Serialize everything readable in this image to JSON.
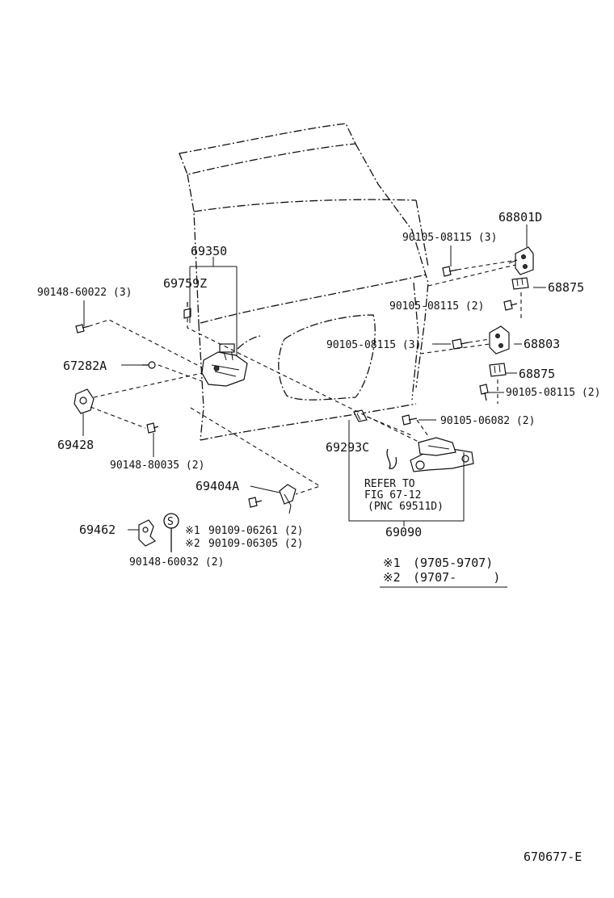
{
  "diagram": {
    "part_labels": {
      "p68801D": "68801D",
      "p90105_08115_3a": "90105-08115 (3)",
      "p69350": "69350",
      "p90148_60022": "90148-60022 (3)",
      "p69759Z": "69759Z",
      "p68875a": "68875",
      "p90105_08115_2a": "90105-08115 (2)",
      "p90105_08115_3b": "90105-08115 (3)",
      "p68803": "68803",
      "p67282A": "67282A",
      "p68875b": "68875",
      "p90105_08115_2b": "90105-08115 (2)",
      "p90105_06082": "90105-06082 (2)",
      "p69428": "69428",
      "p90148_80035": "90148-80035 (2)",
      "p69293C": "69293C",
      "p69404A": "69404A",
      "p69462": "69462",
      "p90109_06261": "90109-06261 (2)",
      "p90109_06305": "90109-06305 (2)",
      "p90148_60032": "90148-60032 (2)",
      "p69090": "69090"
    },
    "variant_marks": {
      "m1": "※1",
      "m2": "※2",
      "circle_s": "S"
    },
    "refer_note": {
      "line1": "REFER TO",
      "line2": "FIG 67-12",
      "line3": "(PNC 69511D)"
    },
    "legend": {
      "row1_mark": "※1",
      "row1_range": "(9705-9707)",
      "row2_mark": "※2",
      "row2_range": "(9707-     )"
    },
    "figure_code": "670677-E"
  }
}
